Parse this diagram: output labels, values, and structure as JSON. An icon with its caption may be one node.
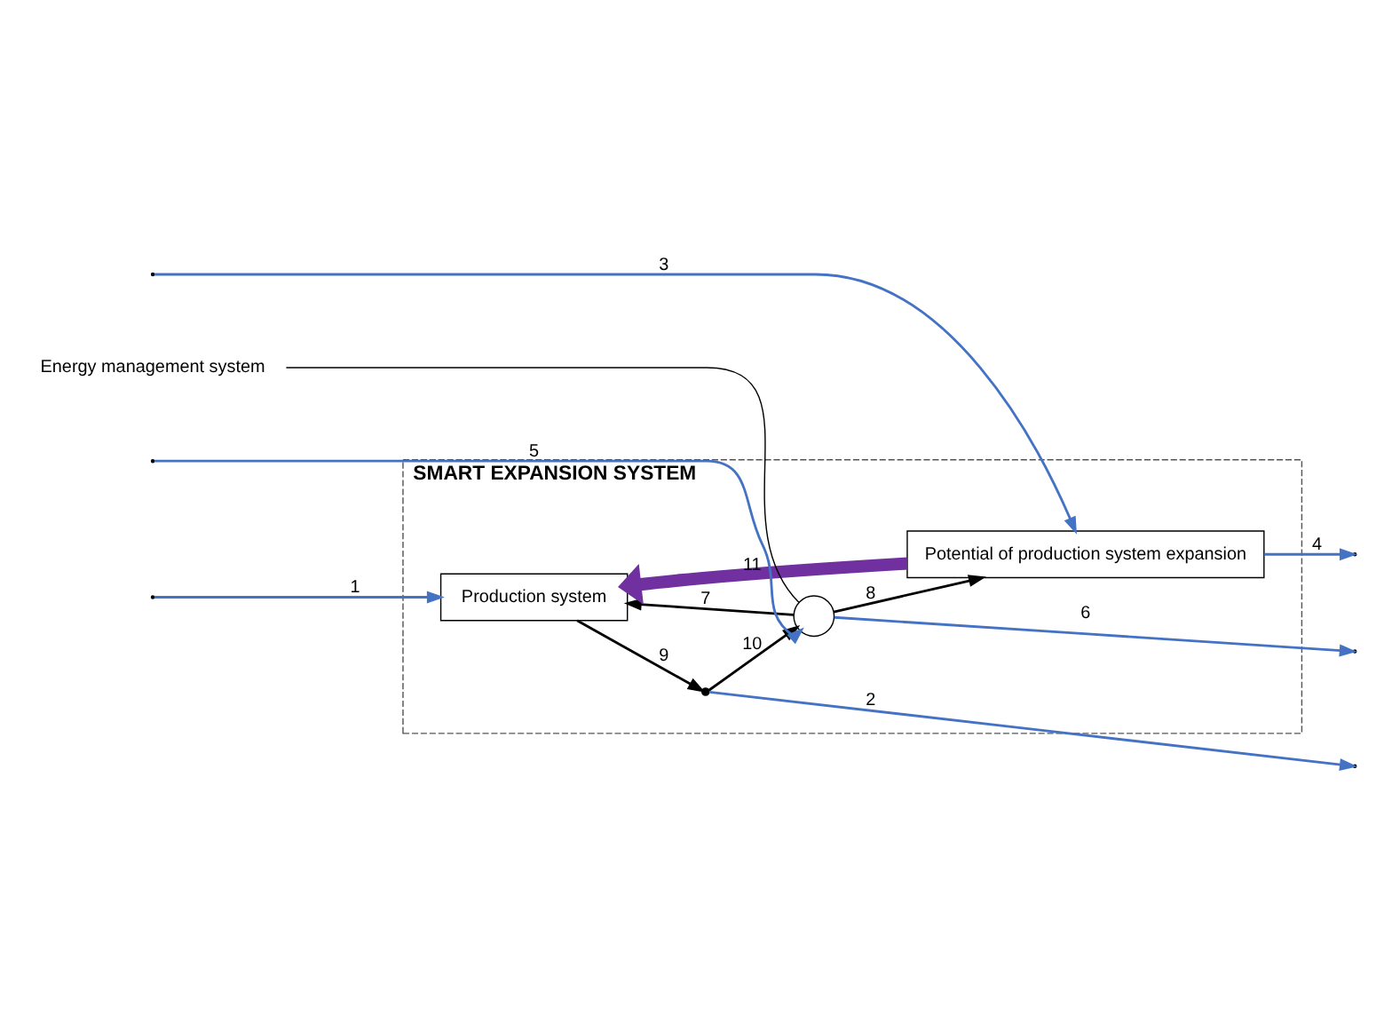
{
  "diagram": {
    "nodes": [
      {
        "text": [
          "SMART EXPANSION SYSTEM"
        ]
      },
      {
        "text": [
          "Energy management system"
        ]
      },
      {
        "text": [
          "Production system"
        ],
        "in": 0
      },
      {
        "text": [],
        "shape": "circle",
        "in": 0
      },
      {
        "text": [],
        "shape": "point",
        "in": 0
      },
      {
        "text": [
          "Potential of production system expansion"
        ],
        "in": 0
      }
    ],
    "edges": [
      {
        "from": null,
        "to": 2,
        "arrow": "to",
        "label": "1",
        "color": "#4472c4"
      },
      {
        "from": 2,
        "to": 4,
        "arrow": "to",
        "label": "9",
        "color": "#000000"
      },
      {
        "from": 4,
        "to": null,
        "arrow": "to",
        "label": "2",
        "color": "#4472c4"
      },
      {
        "from": 4,
        "to": 3,
        "arrow": "to",
        "label": "10",
        "color": "#000000"
      },
      {
        "from": null,
        "to": 3,
        "arrow": "to",
        "label": "5",
        "color": "#4472c4"
      },
      {
        "from": 3,
        "to": null,
        "arrow": "to",
        "label": "6",
        "color": "#4472c4"
      },
      {
        "from": 3,
        "to": 2,
        "arrow": "to",
        "label": "7",
        "color": "#000000"
      },
      {
        "from": 3,
        "to": 5,
        "arrow": "to",
        "label": "8",
        "color": "#000000"
      },
      {
        "from": 5,
        "to": 2,
        "arrow": "to",
        "label": "11",
        "style": "thick",
        "color": "#7030a0"
      },
      {
        "from": null,
        "to": 5,
        "arrow": "to",
        "label": "3",
        "color": "#4472c4"
      },
      {
        "from": 5,
        "to": null,
        "arrow": "to",
        "label": "4",
        "color": "#4472c4"
      },
      {
        "from": 1,
        "to": 3,
        "arrow": "none",
        "color": "#000000"
      }
    ]
  }
}
